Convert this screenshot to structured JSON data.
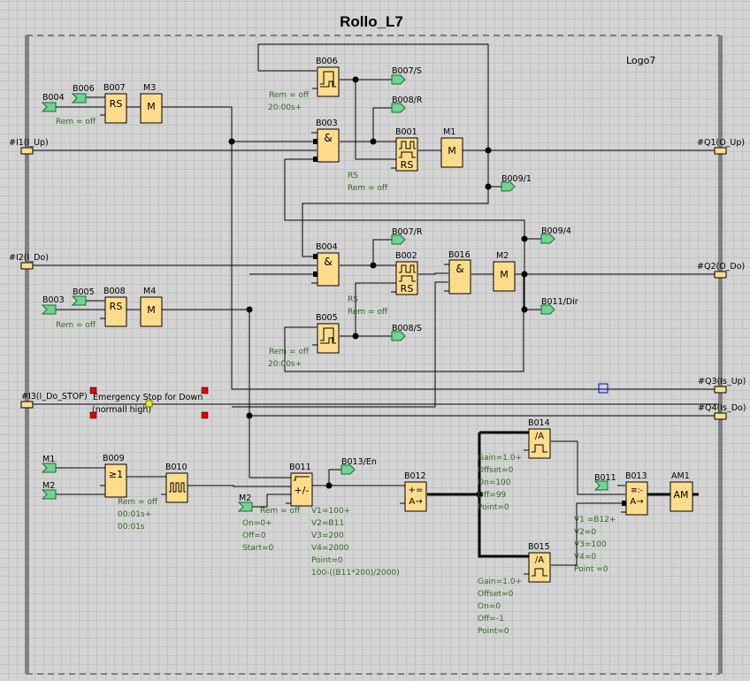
{
  "title": "Rollo_L7",
  "device": "Logo7",
  "inputs": {
    "i1": "#I1(I_Up)",
    "i2": "#I2(I_Do)",
    "i3": "#I3(I_Do_STOP)"
  },
  "outputs": {
    "q1": "#Q1(O_Up)",
    "q2": "#Q2(O_Do)",
    "q3": "#Q3(Is_Up)",
    "q4": "#Q4(Is_Do)"
  },
  "comment": {
    "line1": "Emergency Stop for Down",
    "line2": "(normall high)"
  },
  "blocks": {
    "B007": {
      "name": "B007",
      "symbol": "RS",
      "params": [
        "Rem = off"
      ]
    },
    "M3": {
      "name": "M3",
      "symbol": "M"
    },
    "B008": {
      "name": "B008",
      "symbol": "RS",
      "params": [
        "Rem = off"
      ]
    },
    "M4": {
      "name": "M4",
      "symbol": "M"
    },
    "B006": {
      "name": "B006",
      "params": [
        "Rem = off",
        "20:00s+"
      ]
    },
    "B003": {
      "name": "B003",
      "symbol": "&"
    },
    "B001": {
      "name": "B001",
      "symbol": "RS",
      "params": [
        "RS",
        "Rem = off"
      ]
    },
    "M1": {
      "name": "M1",
      "symbol": "M"
    },
    "B004": {
      "name": "B004",
      "symbol": "&"
    },
    "B002": {
      "name": "B002",
      "symbol": "RS",
      "params": [
        "RS",
        "Rem = off"
      ]
    },
    "B016": {
      "name": "B016",
      "symbol": "&"
    },
    "M2": {
      "name": "M2",
      "symbol": "M"
    },
    "B005": {
      "name": "B005",
      "params": [
        "Rem = off",
        "20:00s+"
      ]
    },
    "B009": {
      "name": "B009",
      "symbol": "≥1",
      "params": [
        "Rem = off",
        "00:01s+",
        "00:01s"
      ]
    },
    "B010": {
      "name": "B010"
    },
    "B011": {
      "name": "B011",
      "symbol": "+/-",
      "params_left": [
        "Rem = off",
        "On=0+",
        "Off=0",
        "Start=0"
      ],
      "params_right": [
        "V1=100+",
        "V2=B11",
        "V3=200",
        "V4=2000",
        "Point=0",
        "100-((B11*200)/2000)"
      ]
    },
    "B012": {
      "name": "B012",
      "symbol_top": "+=",
      "symbol_bottom": "A→"
    },
    "B014": {
      "name": "B014",
      "symbol": "∕A",
      "params": [
        "Gain=1.0+",
        "Offset=0",
        "On=100",
        "Off=99",
        "Point=0"
      ]
    },
    "B015": {
      "name": "B015",
      "symbol": "∕A",
      "params": [
        "Gain=1.0+",
        "Offset=0",
        "On=0",
        "Off=-1",
        "Point=0"
      ]
    },
    "B013": {
      "name": "B013",
      "symbol_top": "≡:-",
      "symbol_bottom": "A→",
      "params": [
        "V1  =B12+",
        "V2=0",
        "V3=100",
        "V4=0",
        "Point =0"
      ]
    },
    "AM1": {
      "name": "AM1",
      "symbol": "AM"
    }
  },
  "flags_in": {
    "B004": "B004",
    "B006": "B006",
    "B003": "B003",
    "B005": "B005",
    "M1": "M1",
    "M2": "M2",
    "M2b": "M2",
    "B011": "B011"
  },
  "flags_out": {
    "B007S": "B007/S",
    "B008R": "B008/R",
    "B0091": "B009/1",
    "B007R": "B007/R",
    "B008S": "B008/S",
    "B0094": "B009/4",
    "B011Dir": "B011/Dir",
    "B013En": "B013/En"
  }
}
